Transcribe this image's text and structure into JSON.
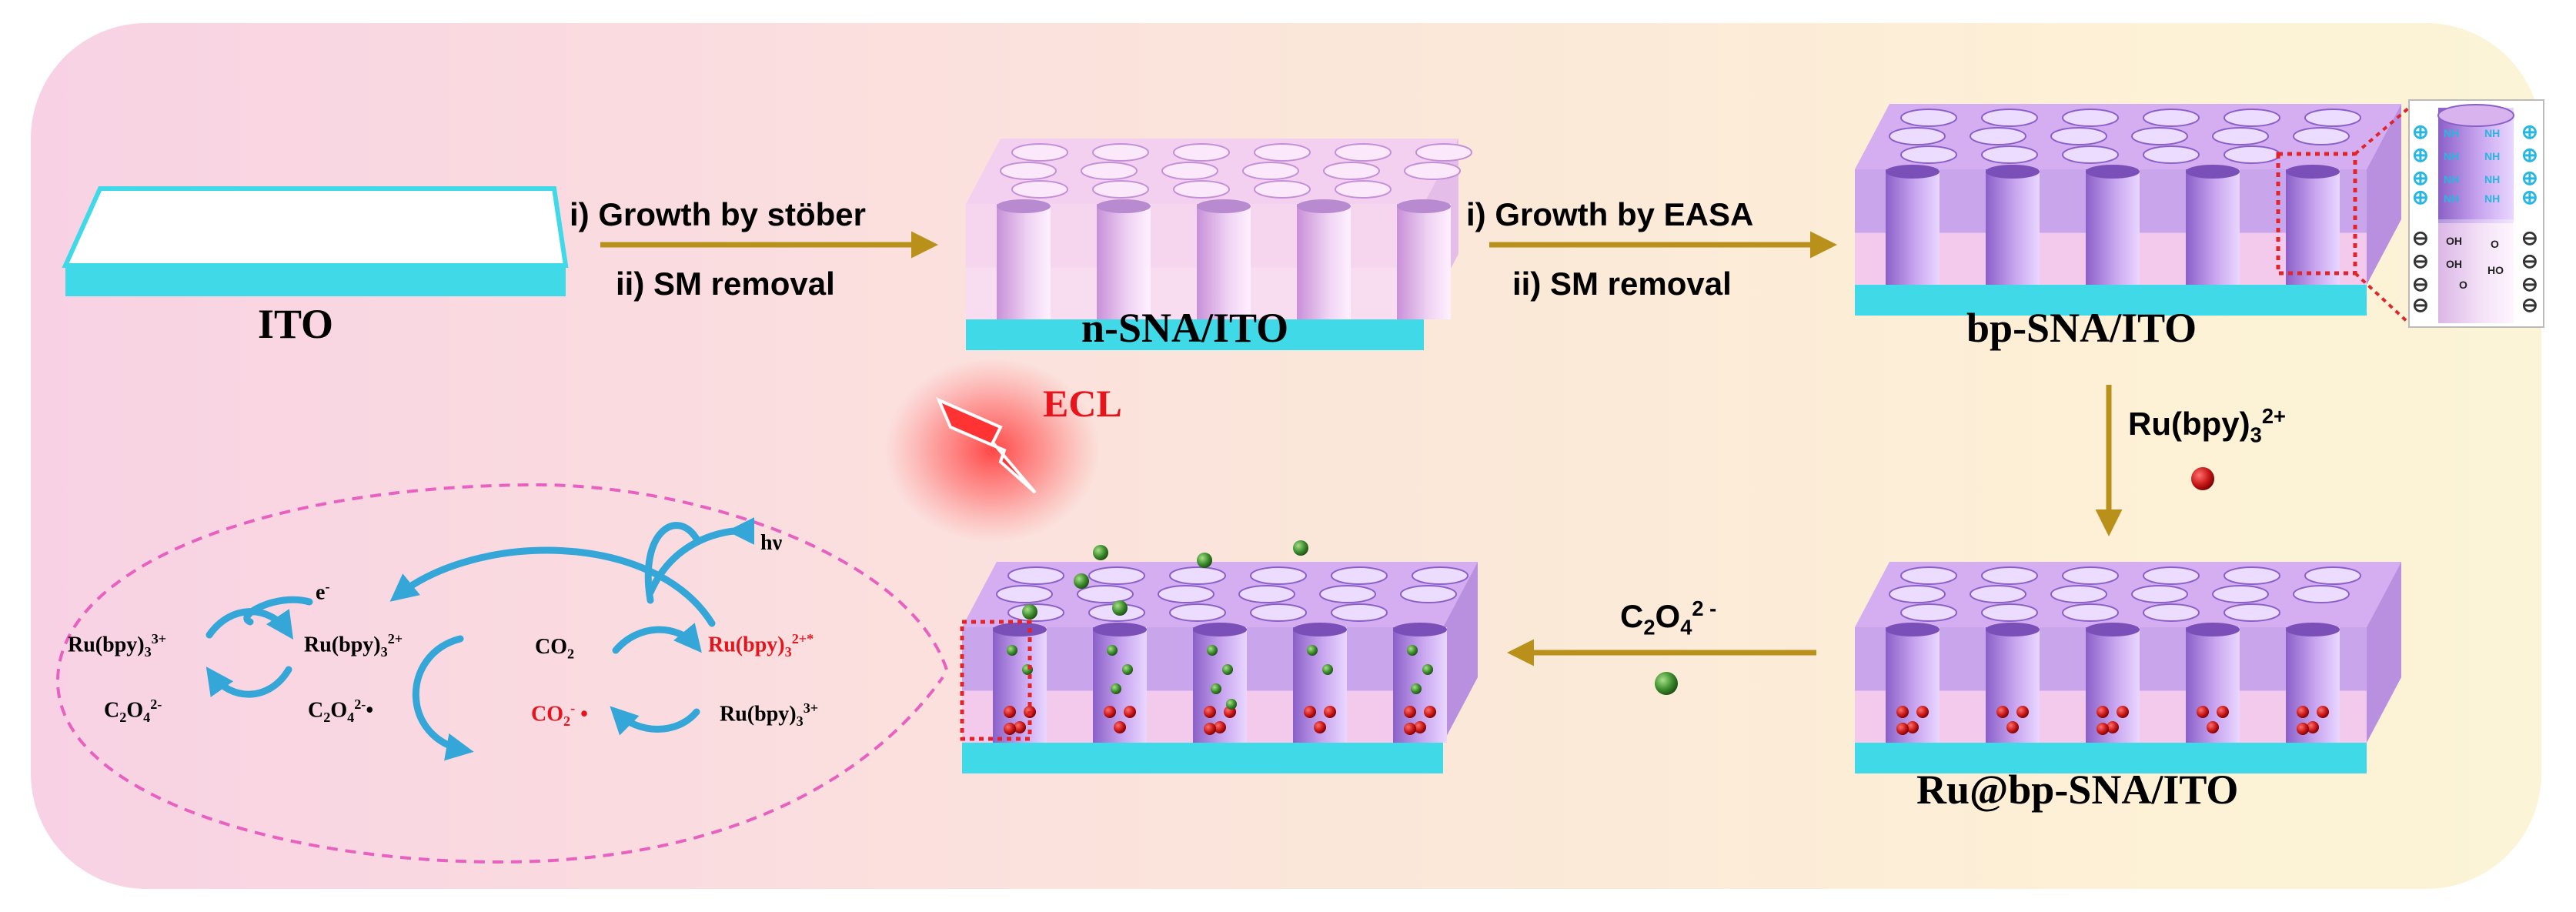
{
  "labels": {
    "ito": "ITO",
    "n_sna": "n-SNA/ITO",
    "bp_sna": "bp-SNA/ITO",
    "ru_bp_sna": "Ru@bp-SNA/ITO",
    "ecl": "ECL"
  },
  "steps": {
    "step1_i": "i)  Growth by stöber",
    "step1_ii": "ii) SM removal",
    "step2_i": "i)  Growth by EASA",
    "step2_ii": "ii) SM removal",
    "ru_loading": {
      "base": "Ru(bpy)",
      "sub": "3",
      "sup": "2+"
    },
    "oxalate": {
      "base": "C",
      "sub1": "2",
      "mid": "O",
      "sub2": "4",
      "sup": "2 -"
    }
  },
  "mechanism": {
    "ru3": {
      "base": "Ru(bpy)",
      "sub": "3",
      "sup": "3+"
    },
    "ox": {
      "base": "C",
      "sub1": "2",
      "mid": "O",
      "sub2": "4",
      "sup": "2-"
    },
    "e": {
      "base": "e",
      "sup": "-"
    },
    "ru2": {
      "base": "Ru(bpy)",
      "sub": "3",
      "sup": "2+"
    },
    "ox_rad": {
      "base": "C",
      "sub1": "2",
      "mid": "O",
      "sub2": "4",
      "sup": "2-",
      "tail": "•"
    },
    "co2": {
      "base": "CO",
      "sub": "2"
    },
    "co2_rad": {
      "base": "CO",
      "sub": "2",
      "sup": "-",
      "tail": " •"
    },
    "hv": "hν",
    "ru_star": {
      "base": "Ru(bpy)",
      "sub": "3",
      "sup": "2+*"
    },
    "ru3_b": {
      "base": "Ru(bpy)",
      "sub": "3",
      "sup": "3+"
    }
  },
  "inset": {
    "amine": "NH",
    "neg": "⊖",
    "pos": "⊕",
    "oh": "OH",
    "o_minus": "O",
    "ho": "HO"
  },
  "colors": {
    "substrate": "#3fd9e8",
    "silica_top": "#d8b3ee",
    "silica_light": "#f6d6ef",
    "pore": "#b78fe0",
    "arrow": "#b8901a",
    "curved_arrow": "#34a7d8",
    "red_dashed_box": "#e0242a",
    "pink_dashed": "#e860c0",
    "ru_dot": "#c81818",
    "oxalate_dot": "#3c8c2c"
  }
}
